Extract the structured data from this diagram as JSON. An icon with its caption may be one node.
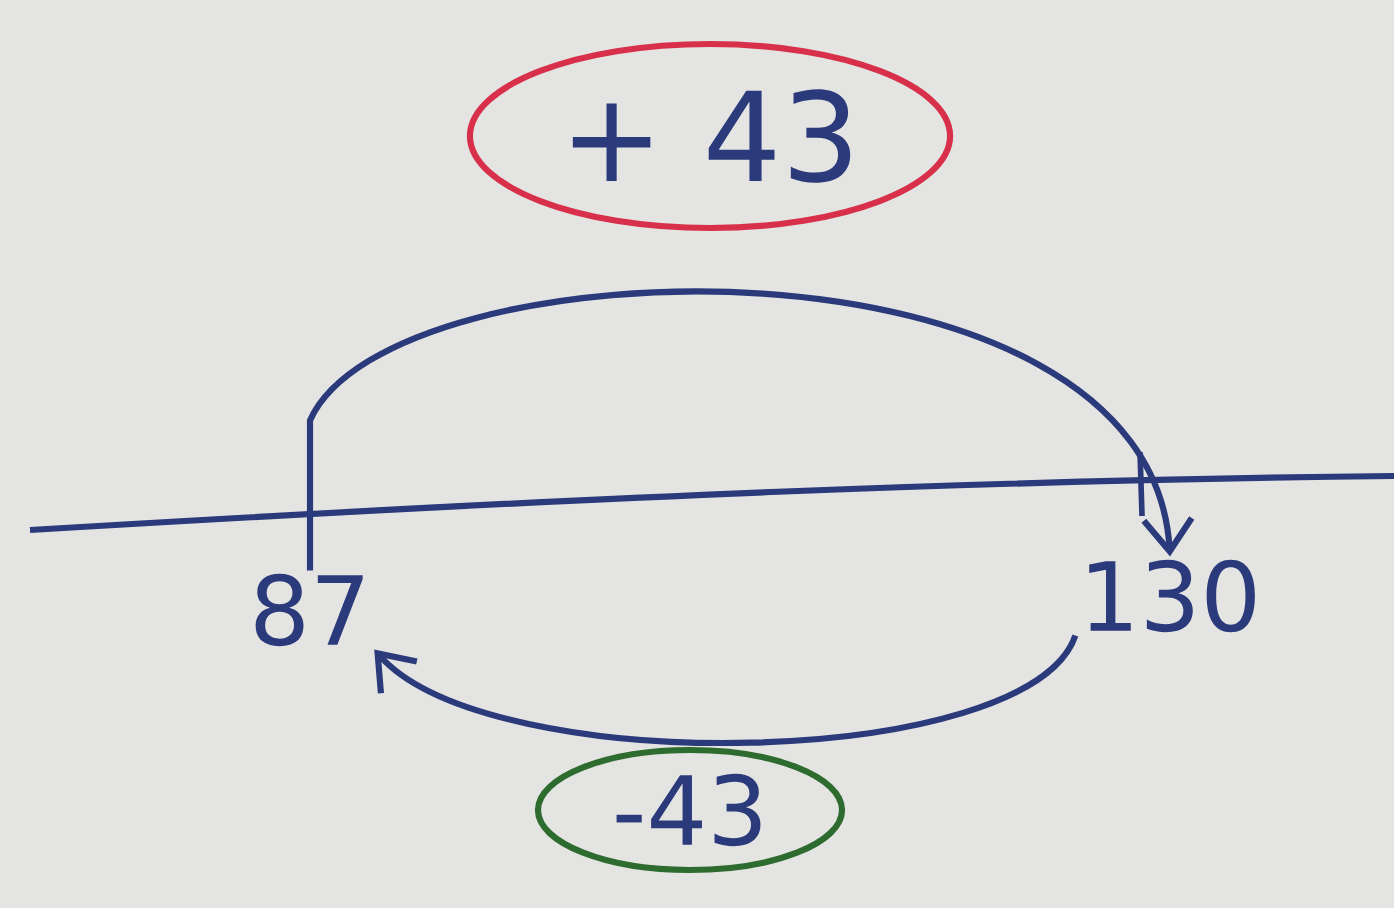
{
  "diagram": {
    "nodes": [
      {
        "text": [
          "87"
        ]
      },
      {
        "text": [
          "130"
        ]
      },
      {
        "text": [
          "+ 43"
        ]
      },
      {
        "text": [
          "-43"
        ]
      }
    ],
    "edges": [
      {
        "from": 0,
        "to": 1,
        "arrow": "to"
      },
      {
        "from": 1,
        "to": 0,
        "arrow": "to"
      }
    ]
  }
}
